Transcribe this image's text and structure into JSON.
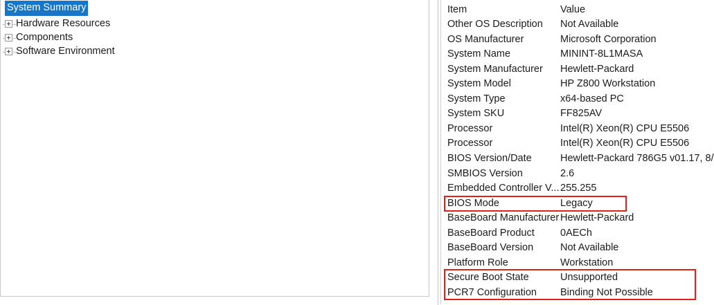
{
  "window": {
    "app": "System Information",
    "background_color": "#ffffff"
  },
  "tree": {
    "selection_color": "#1676c9",
    "selected_text_color": "#ffffff",
    "expander_icon": "plus-box-icon",
    "items": [
      {
        "label": "System Summary",
        "selected": true,
        "expandable": false
      },
      {
        "label": "Hardware Resources",
        "selected": false,
        "expandable": true
      },
      {
        "label": "Components",
        "selected": false,
        "expandable": true
      },
      {
        "label": "Software Environment",
        "selected": false,
        "expandable": true
      }
    ]
  },
  "details": {
    "columns": [
      "Item",
      "Value"
    ],
    "rows": [
      {
        "item": "Item",
        "value": "Value",
        "header": true
      },
      {
        "item": "Other OS Description",
        "value": "Not Available"
      },
      {
        "item": "OS Manufacturer",
        "value": "Microsoft Corporation"
      },
      {
        "item": "System Name",
        "value": "MININT-8L1MASA"
      },
      {
        "item": "System Manufacturer",
        "value": "Hewlett-Packard"
      },
      {
        "item": "System Model",
        "value": "HP Z800 Workstation"
      },
      {
        "item": "System Type",
        "value": "x64-based PC"
      },
      {
        "item": "System SKU",
        "value": "FF825AV"
      },
      {
        "item": "Processor",
        "value": "Intel(R) Xeon(R) CPU           E5506"
      },
      {
        "item": "Processor",
        "value": "Intel(R) Xeon(R) CPU           E5506"
      },
      {
        "item": "BIOS Version/Date",
        "value": "Hewlett-Packard 786G5 v01.17, 8/"
      },
      {
        "item": "SMBIOS Version",
        "value": "2.6"
      },
      {
        "item": "Embedded Controller V...",
        "value": "255.255"
      },
      {
        "item": "BIOS Mode",
        "value": "Legacy"
      },
      {
        "item": "BaseBoard Manufacturer",
        "value": "Hewlett-Packard"
      },
      {
        "item": "BaseBoard Product",
        "value": "0AECh"
      },
      {
        "item": "BaseBoard Version",
        "value": "Not Available"
      },
      {
        "item": "Platform Role",
        "value": "Workstation"
      },
      {
        "item": "Secure Boot State",
        "value": "Unsupported"
      },
      {
        "item": "PCR7 Configuration",
        "value": "Binding Not Possible"
      }
    ]
  },
  "annotations": {
    "color": "#e0211b",
    "boxes": [
      {
        "name": "bios-mode-highlight",
        "label": "BIOS Mode"
      },
      {
        "name": "secure-boot-pcr7-highlight",
        "label": "Secure Boot State / PCR7 Configuration"
      }
    ]
  }
}
